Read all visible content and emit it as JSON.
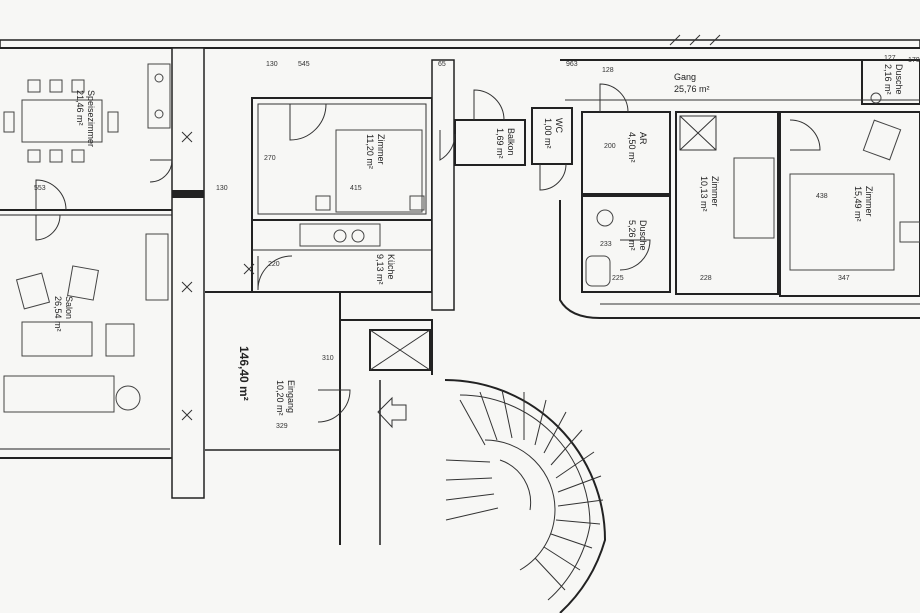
{
  "rooms": {
    "speisezimmer": {
      "name": "Speisezimmer",
      "area": "21,46 m²"
    },
    "salon": {
      "name": "Salon",
      "area": "26,54 m²"
    },
    "zimmer1": {
      "name": "Zimmer",
      "area": "11,20 m²"
    },
    "kueche": {
      "name": "Küche",
      "area": "9,13 m²"
    },
    "balkon": {
      "name": "Balkon",
      "area": "1,69 m²"
    },
    "wc": {
      "name": "WC",
      "area": "1,00 m²"
    },
    "ar": {
      "name": "AR",
      "area": "4,50 m²"
    },
    "dusche1": {
      "name": "Dusche",
      "area": "5,26 m²"
    },
    "zimmer2": {
      "name": "Zimmer",
      "area": "10,13 m²"
    },
    "zimmer3": {
      "name": "Zimmer",
      "area": "15,49 m²"
    },
    "dusche2": {
      "name": "Dusche",
      "area": "2,16 m²"
    },
    "gang": {
      "name": "Gang",
      "area": "25,76 m²"
    },
    "eingang": {
      "name": "Eingang",
      "area": "10,20 m²"
    }
  },
  "total_area": "146,40 m²",
  "dimensions": {
    "d130a": "130",
    "d545": "545",
    "d65": "65",
    "d963": "963",
    "d128": "128",
    "d127": "127",
    "d170": "170",
    "d553": "553",
    "d130b": "130",
    "d270": "270",
    "d415": "415",
    "d200": "200",
    "d220": "220",
    "d233": "233",
    "d225": "225",
    "d228": "228",
    "d438": "438",
    "d347": "347",
    "d310": "310",
    "d329": "329"
  }
}
